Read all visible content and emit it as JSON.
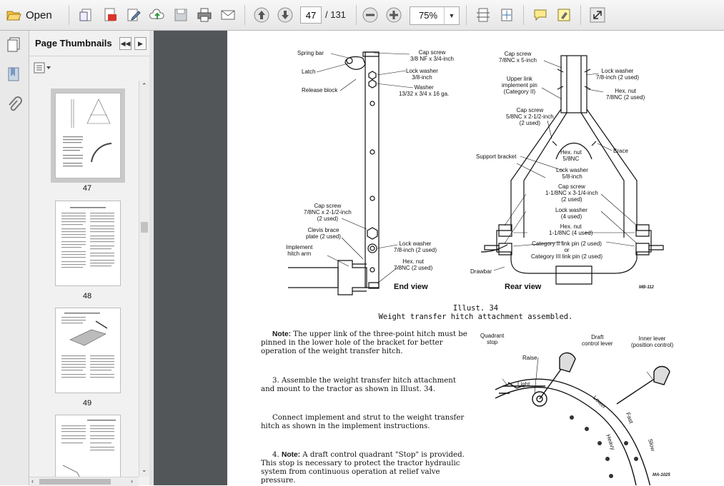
{
  "toolbar": {
    "open_label": "Open",
    "current_page": "47",
    "total_pages": "/ 131",
    "zoom": "75%",
    "icons": [
      "open-folder-icon",
      "create-icon",
      "pdf-export-icon",
      "edit-icon",
      "upload-icon",
      "save-icon",
      "print-icon",
      "email-icon",
      "previous-page-icon",
      "next-page-icon",
      "zoom-out-icon",
      "zoom-in-icon",
      "fit-width-icon",
      "fit-page-icon",
      "comment-icon",
      "highlight-icon",
      "expand-icon"
    ]
  },
  "sidebar": {
    "panel_title": "Page Thumbnails",
    "thumbnails": [
      {
        "label": "47",
        "selected": true
      },
      {
        "label": "48",
        "selected": false
      },
      {
        "label": "49",
        "selected": false
      },
      {
        "label": "",
        "selected": false
      }
    ]
  },
  "document": {
    "end_view": {
      "title": "End view",
      "labels": {
        "spring_bar": "Spring bar",
        "latch": "Latch",
        "release_block": "Release block",
        "cap_screw_top_1": "Cap screw",
        "cap_screw_top_2": "3/8 NF x 3/4-inch",
        "lock_washer_top_1": "Lock washer",
        "lock_washer_top_2": "3/8-inch",
        "washer_1": "Washer",
        "washer_2": "13/32 x 3/4 x 16 ga.",
        "cap_screw_bot_1": "Cap screw",
        "cap_screw_bot_2": "7/8NC x 2-1/2-inch",
        "cap_screw_bot_3": "(2 used)",
        "clevis_1": "Clevis brace",
        "clevis_2": "plate (2 used)",
        "impl_1": "Implement",
        "impl_2": "hitch arm",
        "lw_bot_1": "Lock washer",
        "lw_bot_2": "7/8-inch (2 used)",
        "hex_bot_1": "Hex. nut",
        "hex_bot_2": "7/8NC (2 used)"
      }
    },
    "rear_view": {
      "title": "Rear view",
      "code": "MB-112",
      "labels": {
        "cs1_1": "Cap screw",
        "cs1_2": "7/8NC x 5-inch",
        "lw1_1": "Lock washer",
        "lw1_2": "7/8-inch (2 used)",
        "ulp_1": "Upper link",
        "ulp_2": "implement pin",
        "ulp_3": "(Category II)",
        "hn1_1": "Hex. nut",
        "hn1_2": "7/8NC (2 used)",
        "cs2_1": "Cap screw",
        "cs2_2": "5/8NC x 2-1/2-inch",
        "cs2_3": "(2 used)",
        "brace": "Brace",
        "hn2_1": "Hex. nut",
        "hn2_2": "5/8NC",
        "support": "Support bracket",
        "lw2_1": "Lock washer",
        "lw2_2": "5/8-inch",
        "cs3_1": "Cap screw",
        "cs3_2": "1-1/8NC x 3-1/4-inch",
        "cs3_3": "(2 used)",
        "lw3_1": "Lock washer",
        "lw3_2": "(4 used)",
        "hn3_1": "Hex. nut",
        "hn3_2": "1-1/8NC (4 used)",
        "cat_1": "Category II link pin (2 used)",
        "cat_2": "or",
        "cat_3": "Category III link pin (2 used)",
        "drawbar": "Drawbar"
      }
    },
    "caption_line1": "Illust. 34",
    "caption_line2": "Weight transfer hitch attachment assembled.",
    "para_note_label": "Note:",
    "para_note_text": "The upper link of the three-point hitch must be pinned in the lower hole of the bracket for better operation of the weight transfer hitch.",
    "para_3": "3. Assemble the weight transfer hitch attachment and mount to the tractor as shown in Illust. 34.",
    "para_connect": "Connect implement and strut to the weight transfer hitch as shown in the implement instructions.",
    "para_4_prefix": "4.",
    "para_4_label": "Note:",
    "para_4_text": "A draft control quadrant \"Stop\" is provided. This stop is necessary to protect the tractor hydraulic system from continuous operation at relief valve pressure.",
    "quadrant": {
      "code": "MA-1025",
      "labels": {
        "quad_stop_1": "Quadrant",
        "quad_stop_2": "stop",
        "raise": "Raise",
        "light": "Light",
        "draft_1": "Draft",
        "draft_2": "control lever",
        "inner_1": "Inner lever",
        "inner_2": "(position control)",
        "lower": "Lower",
        "fast": "Fast",
        "heavy": "Heavy",
        "slow": "Slow"
      }
    }
  }
}
